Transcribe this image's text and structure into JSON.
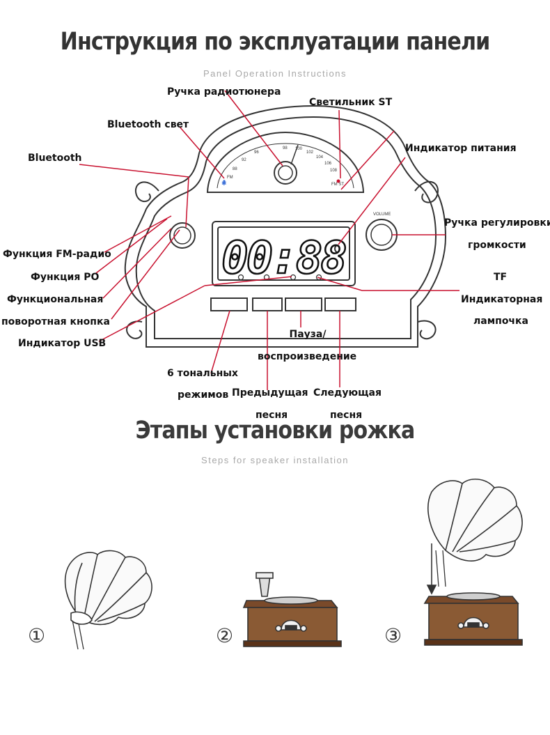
{
  "panel_section": {
    "title": "Инструкция по эксплуатации панели",
    "subtitle": "Panel Operation Instructions",
    "labels": {
      "tuner_knob": "Ручка радиотюнера",
      "st_light": "Светильник ST",
      "bt_light": "Bluetooth свет",
      "power_indicator": "Индикатор питания",
      "bluetooth": "Bluetooth",
      "volume_knob_1": "Ручка регулировки",
      "volume_knob_2": "громкости",
      "fm_function": "Функция FM-радио",
      "po_function": "Функция PO",
      "rotary_knob_1": "Функциональная",
      "rotary_knob_2": "поворотная кнопка",
      "usb_indicator": "Индикатор USB",
      "tf": "TF",
      "tf_lamp_1": "Индикаторная",
      "tf_lamp_2": "лампочка",
      "play_pause_1": "Пауза/",
      "play_pause_2": "воспроизведение",
      "tone_modes_1": "6 тональных",
      "tone_modes_2": "режимов",
      "prev_song_1": "Предыдущая",
      "prev_song_2": "песня",
      "next_song_1": "Следующая",
      "next_song_2": "песня"
    },
    "display": {
      "time": "00:88",
      "dial_marks": [
        "88",
        "92",
        "96",
        "98",
        "100",
        "102",
        "104",
        "106",
        "108"
      ],
      "fm_mark": "FM",
      "fm_st_mark": "FM ST",
      "volume_mark": "VOLUME"
    }
  },
  "install_section": {
    "title": "Этапы установки рожка",
    "subtitle": "Steps for speaker installation",
    "steps": [
      "①",
      "②",
      "③"
    ]
  },
  "colors": {
    "callout_line": "#c8102e",
    "outline": "#333333"
  }
}
